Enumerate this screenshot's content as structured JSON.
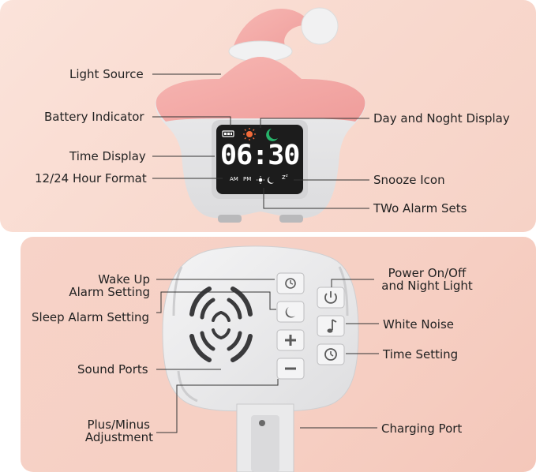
{
  "labels": {
    "light_source": "Light Source",
    "battery_indicator": "Battery Indicator",
    "time_display": "Time Display",
    "hour_format": "12/24 Hour Format",
    "day_night_display": "Day and Noght Display",
    "snooze_icon": "Snooze Icon",
    "two_alarm_sets": "TWo Alarm Sets",
    "wake_up_line1": "Wake Up",
    "wake_up_line2": "Alarm Setting",
    "sleep_alarm": "Sleep Alarm Setting",
    "sound_ports": "Sound Ports",
    "plus_minus_line1": "Plus/Minus",
    "plus_minus_line2": "Adjustment",
    "power_line1": "Power On/Off",
    "power_line2": "and Night Light",
    "white_noise": "White Noise",
    "time_setting": "Time Setting",
    "charging_port": "Charging Port"
  },
  "display": {
    "time": "06:30",
    "am": "AM",
    "pm": "PM",
    "snooze": "zᶻ"
  },
  "icons": {
    "alarm": "alarm-clock-icon",
    "moon": "moon-icon",
    "plus": "plus-icon",
    "minus": "minus-icon",
    "power": "power-icon",
    "music": "music-note-icon",
    "clock": "clock-icon",
    "sun": "sun-icon",
    "battery": "battery-icon"
  },
  "colors": {
    "panel_top": "#fbe3da",
    "panel_bottom": "#f6cfc3",
    "hat_pink": "#f4a6a4",
    "body_grey": "#e6e6e8",
    "screen": "#1a1a1a",
    "digits": "#ffffff",
    "sun": "#f26b3a",
    "moon_green": "#27b36a"
  }
}
